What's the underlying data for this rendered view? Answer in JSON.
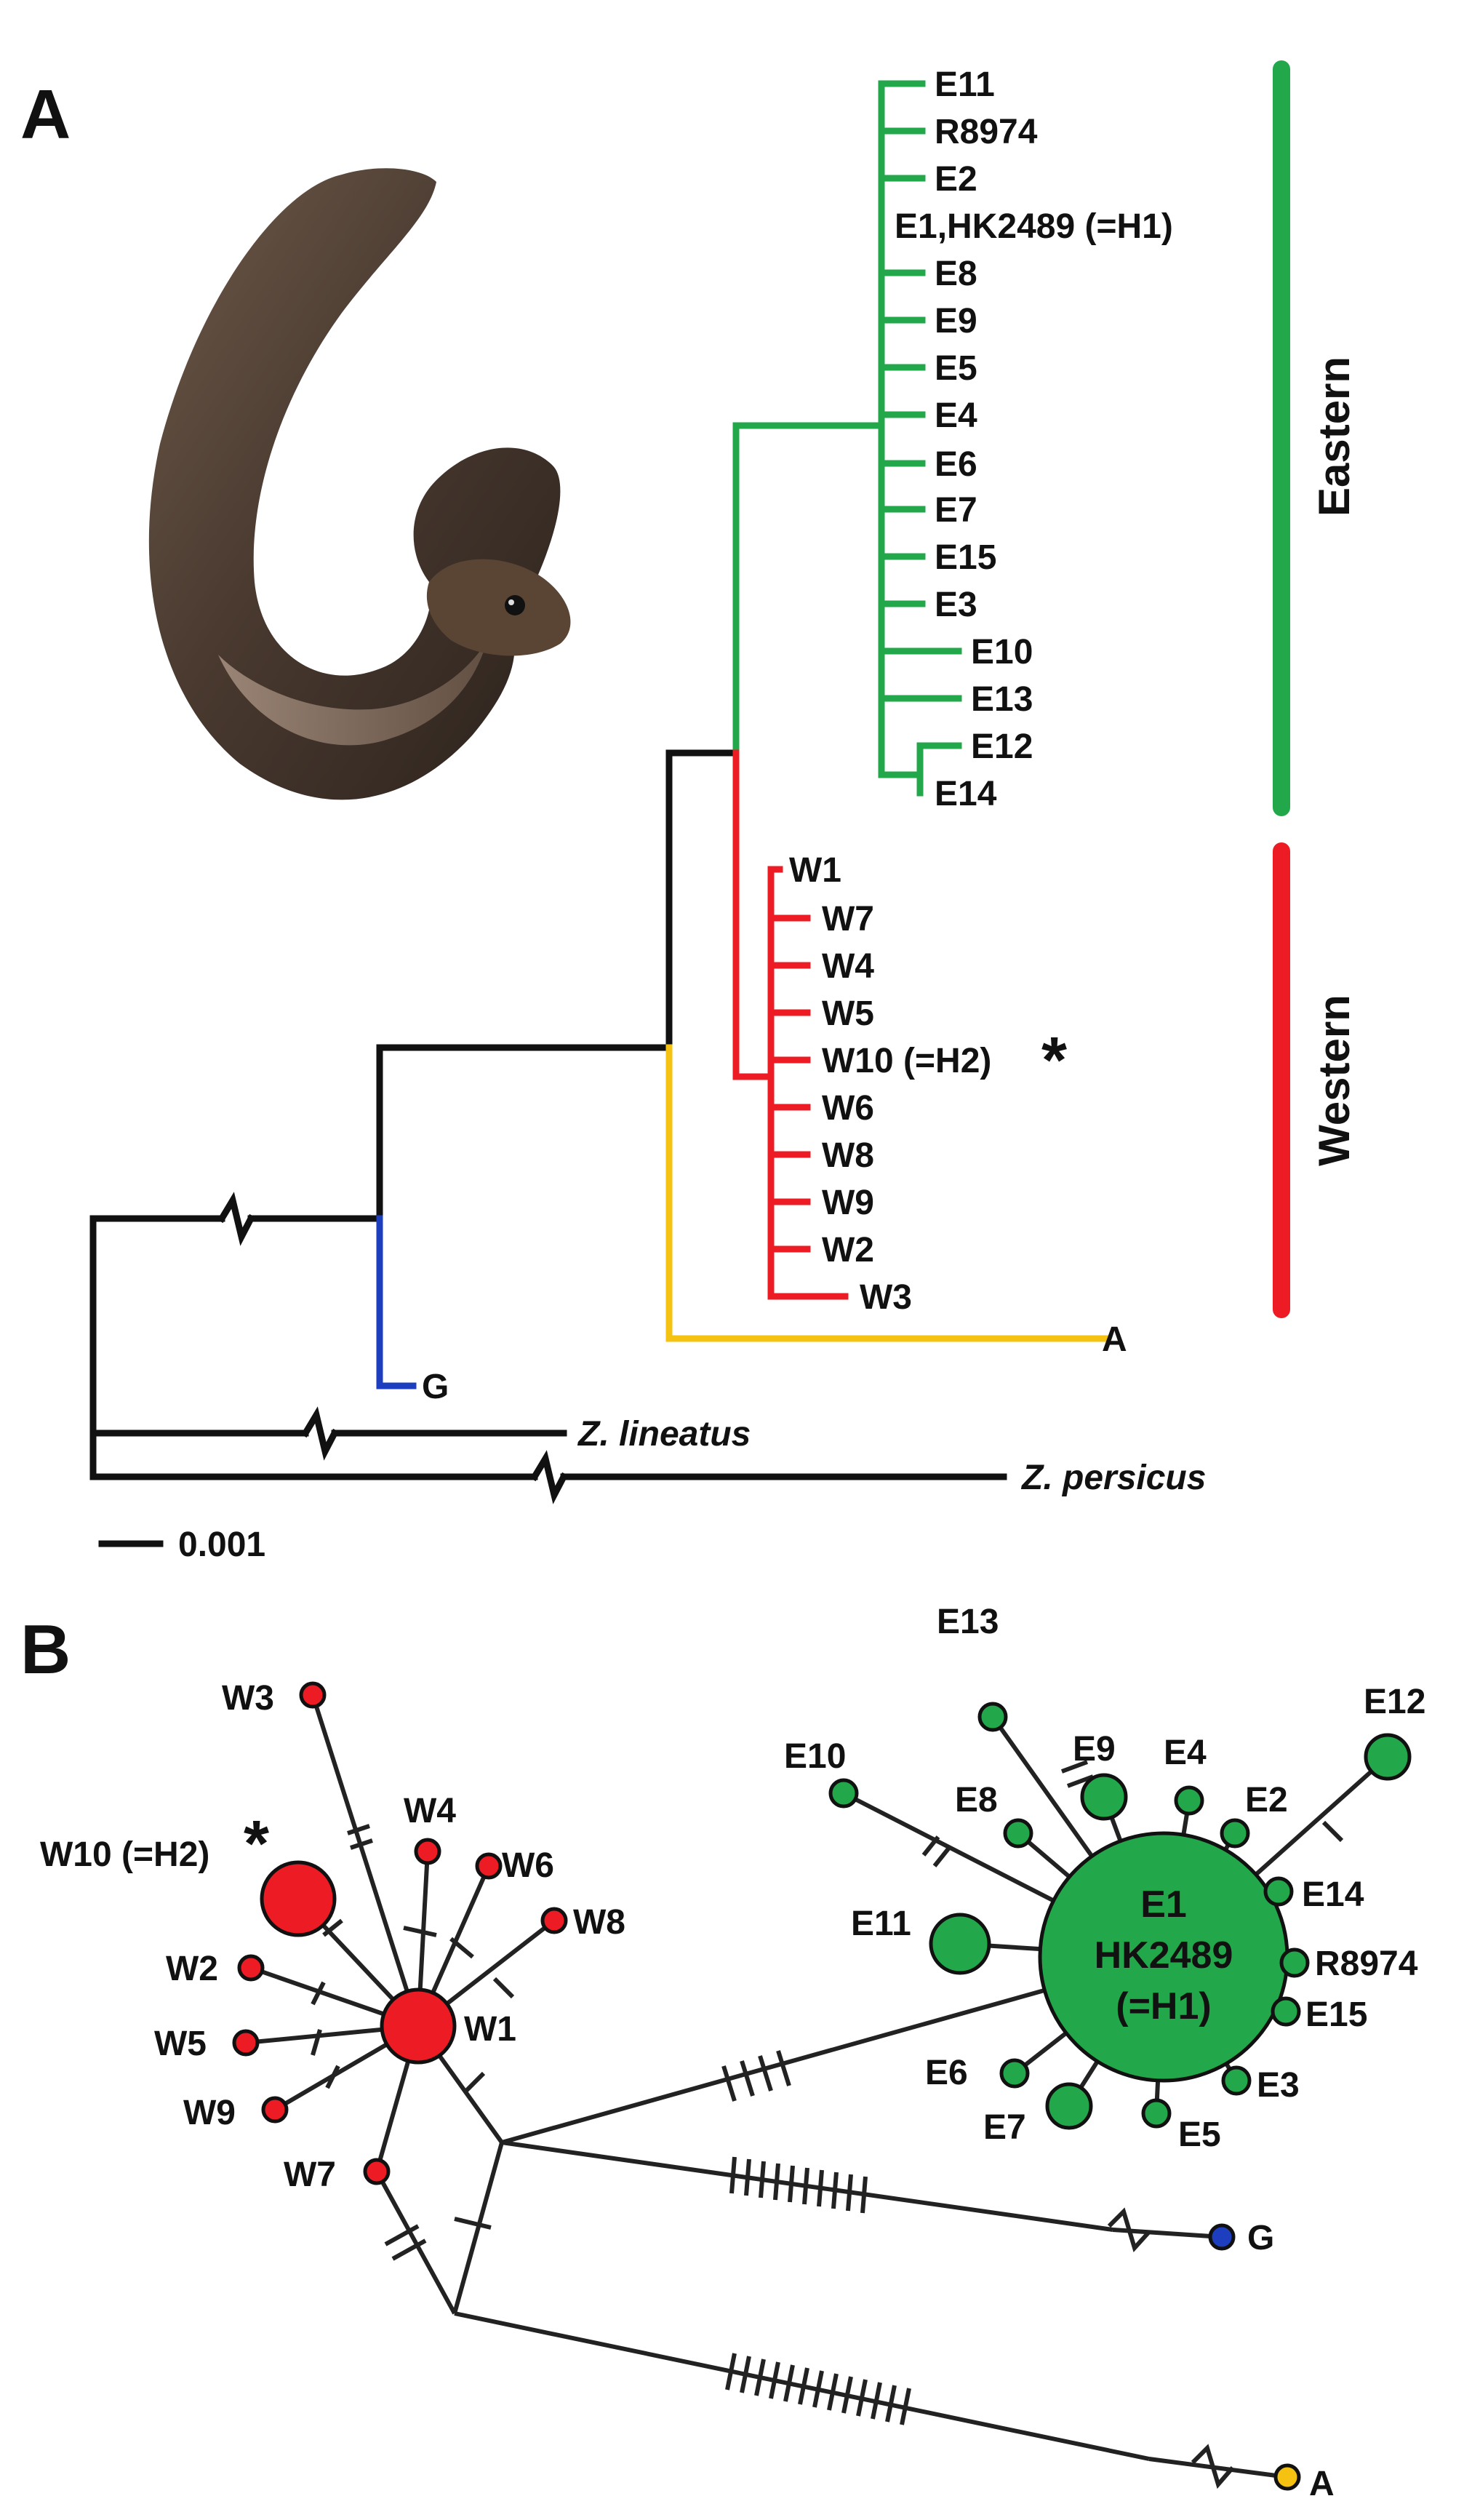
{
  "panels": {
    "a": "A",
    "b": "B"
  },
  "colors": {
    "eastern": "#22a84a",
    "western": "#ed1c24",
    "g": "#1d3fbf",
    "a": "#f5c211",
    "root": "#111111"
  },
  "tree": {
    "eastern_tips": [
      "E11",
      "R8974",
      "E2",
      "E1,HK2489 (=H1)",
      "E8",
      "E9",
      "E5",
      "E4",
      "E6",
      "E7",
      "E15",
      "E3",
      "E10",
      "E13",
      "E12",
      "E14"
    ],
    "western_tips": [
      "W1",
      "W7",
      "W4",
      "W5",
      "W10 (=H2)",
      "W6",
      "W8",
      "W9",
      "W2",
      "W3"
    ],
    "tip_a": "A",
    "tip_g": "G",
    "outgroup1": "Z. lineatus",
    "outgroup2": "Z. persicus",
    "asterisk": "*",
    "scale": "0.001",
    "clade_eastern": "Eastern",
    "clade_western": "Western"
  },
  "network": {
    "hub_lines": [
      "E1",
      "HK2489",
      "(=H1)"
    ],
    "asterisk": "*",
    "eastern_nodes": [
      "E13",
      "E12",
      "E10",
      "E9",
      "E4",
      "E8",
      "E2",
      "E11",
      "E14",
      "R8974",
      "E15",
      "E6",
      "E3",
      "E7",
      "E5"
    ],
    "western_nodes": [
      "W3",
      "W4",
      "W10 (=H2)",
      "W6",
      "W8",
      "W2",
      "W1",
      "W5",
      "W9",
      "W7"
    ],
    "g": "G",
    "a": "A"
  }
}
